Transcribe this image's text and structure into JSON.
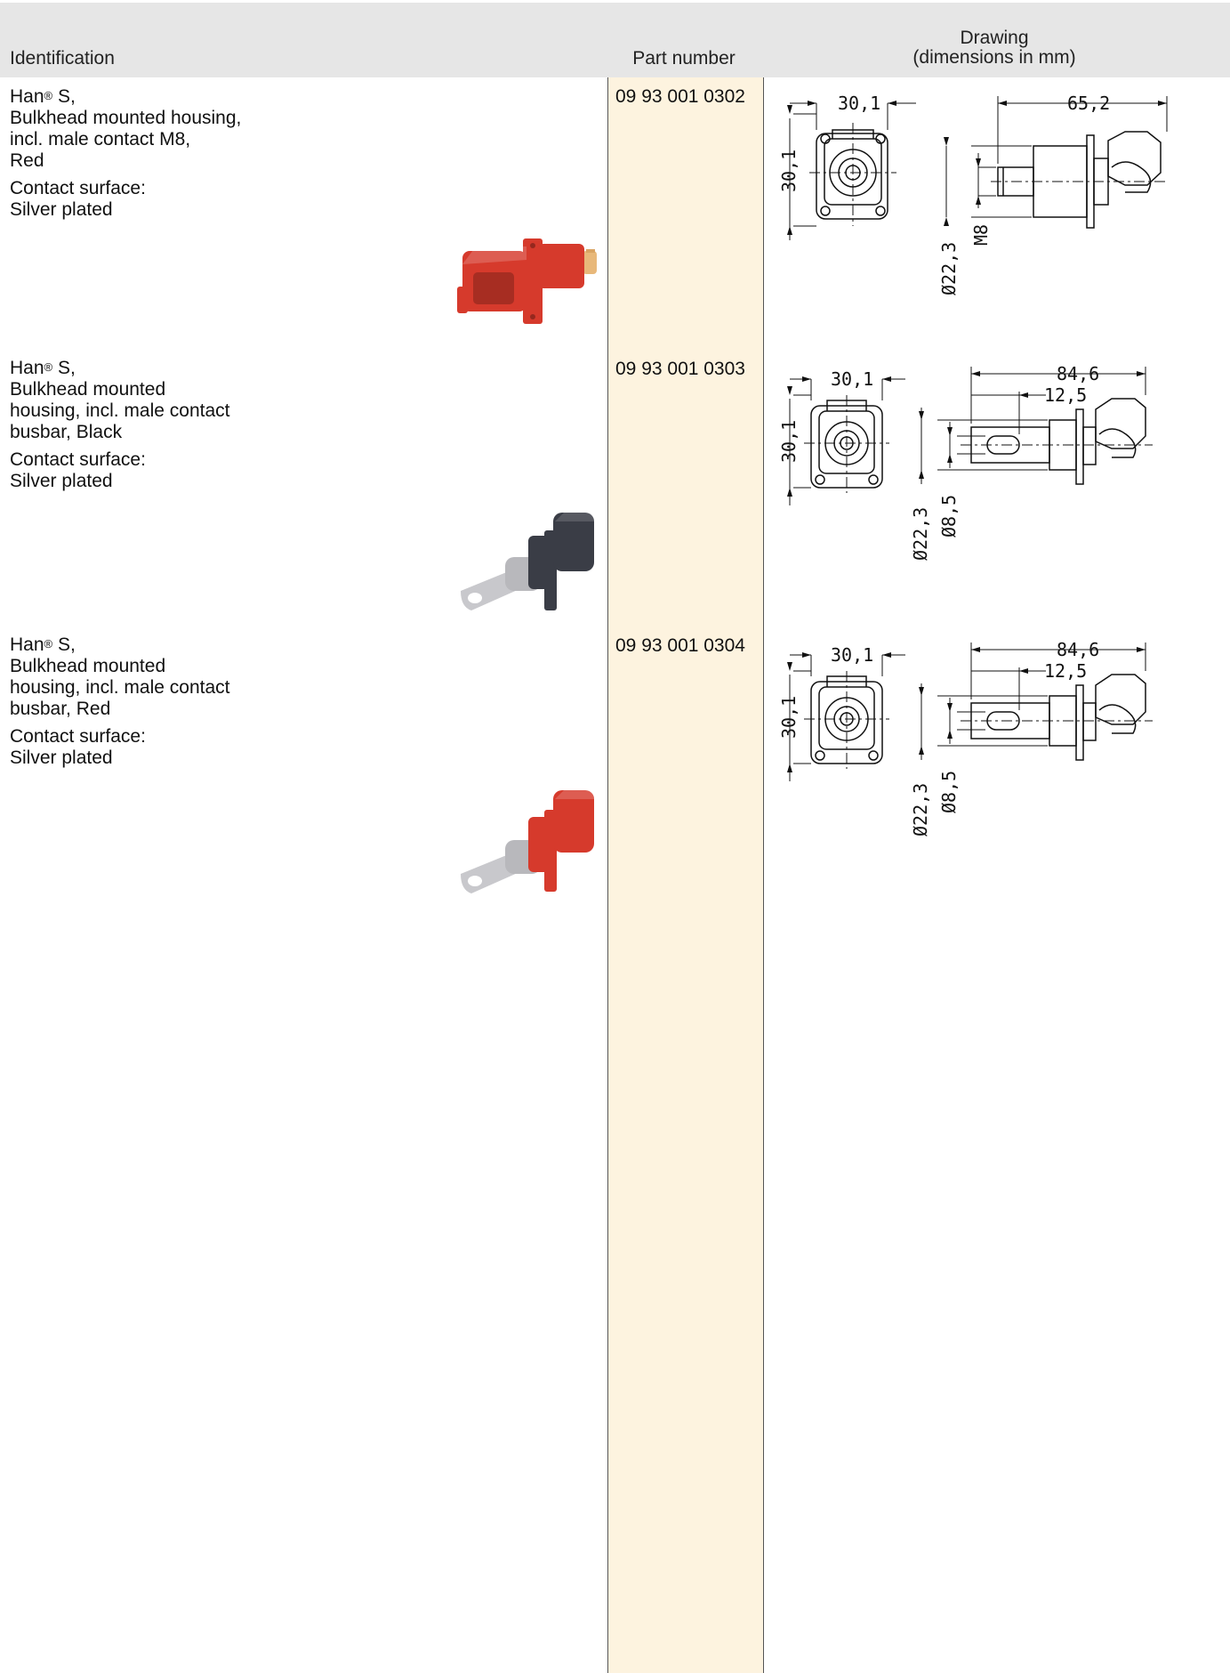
{
  "header": {
    "identification": "Identification",
    "part_number": "Part number",
    "drawing_line1": "Drawing",
    "drawing_line2": "(dimensions in mm)"
  },
  "rows": [
    {
      "title_name": "Han",
      "title_reg": "®",
      "title_suffix": " S,",
      "desc_lines": [
        "Bulkhead mounted housing,",
        "incl. male contact M8,",
        "Red"
      ],
      "surface_label": "Contact surface:",
      "surface_value": "Silver plated",
      "part_number": "09 93 001 0302",
      "color": "#d63a2c",
      "dims": {
        "width": "30,1",
        "height": "30,1",
        "length": "65,2",
        "diameter": "Ø22,3",
        "thread": "M8"
      }
    },
    {
      "title_name": "Han",
      "title_reg": "®",
      "title_suffix": " S,",
      "desc_lines": [
        "Bulkhead mounted",
        "housing, incl. male contact",
        "busbar, Black"
      ],
      "surface_label": "Contact surface:",
      "surface_value": "Silver plated",
      "part_number": "09 93 001 0303",
      "color": "#3a3d46",
      "dims": {
        "width": "30,1",
        "height": "30,1",
        "length": "84,6",
        "busbar": "12,5",
        "diameter": "Ø22,3",
        "hole": "Ø8,5"
      }
    },
    {
      "title_name": "Han",
      "title_reg": "®",
      "title_suffix": " S,",
      "desc_lines": [
        "Bulkhead mounted",
        "housing, incl. male contact",
        "busbar, Red"
      ],
      "surface_label": "Contact surface:",
      "surface_value": "Silver plated",
      "part_number": "09 93 001 0304",
      "color": "#d63a2c",
      "dims": {
        "width": "30,1",
        "height": "30,1",
        "length": "84,6",
        "busbar": "12,5",
        "diameter": "Ø22,3",
        "hole": "Ø8,5"
      }
    }
  ]
}
